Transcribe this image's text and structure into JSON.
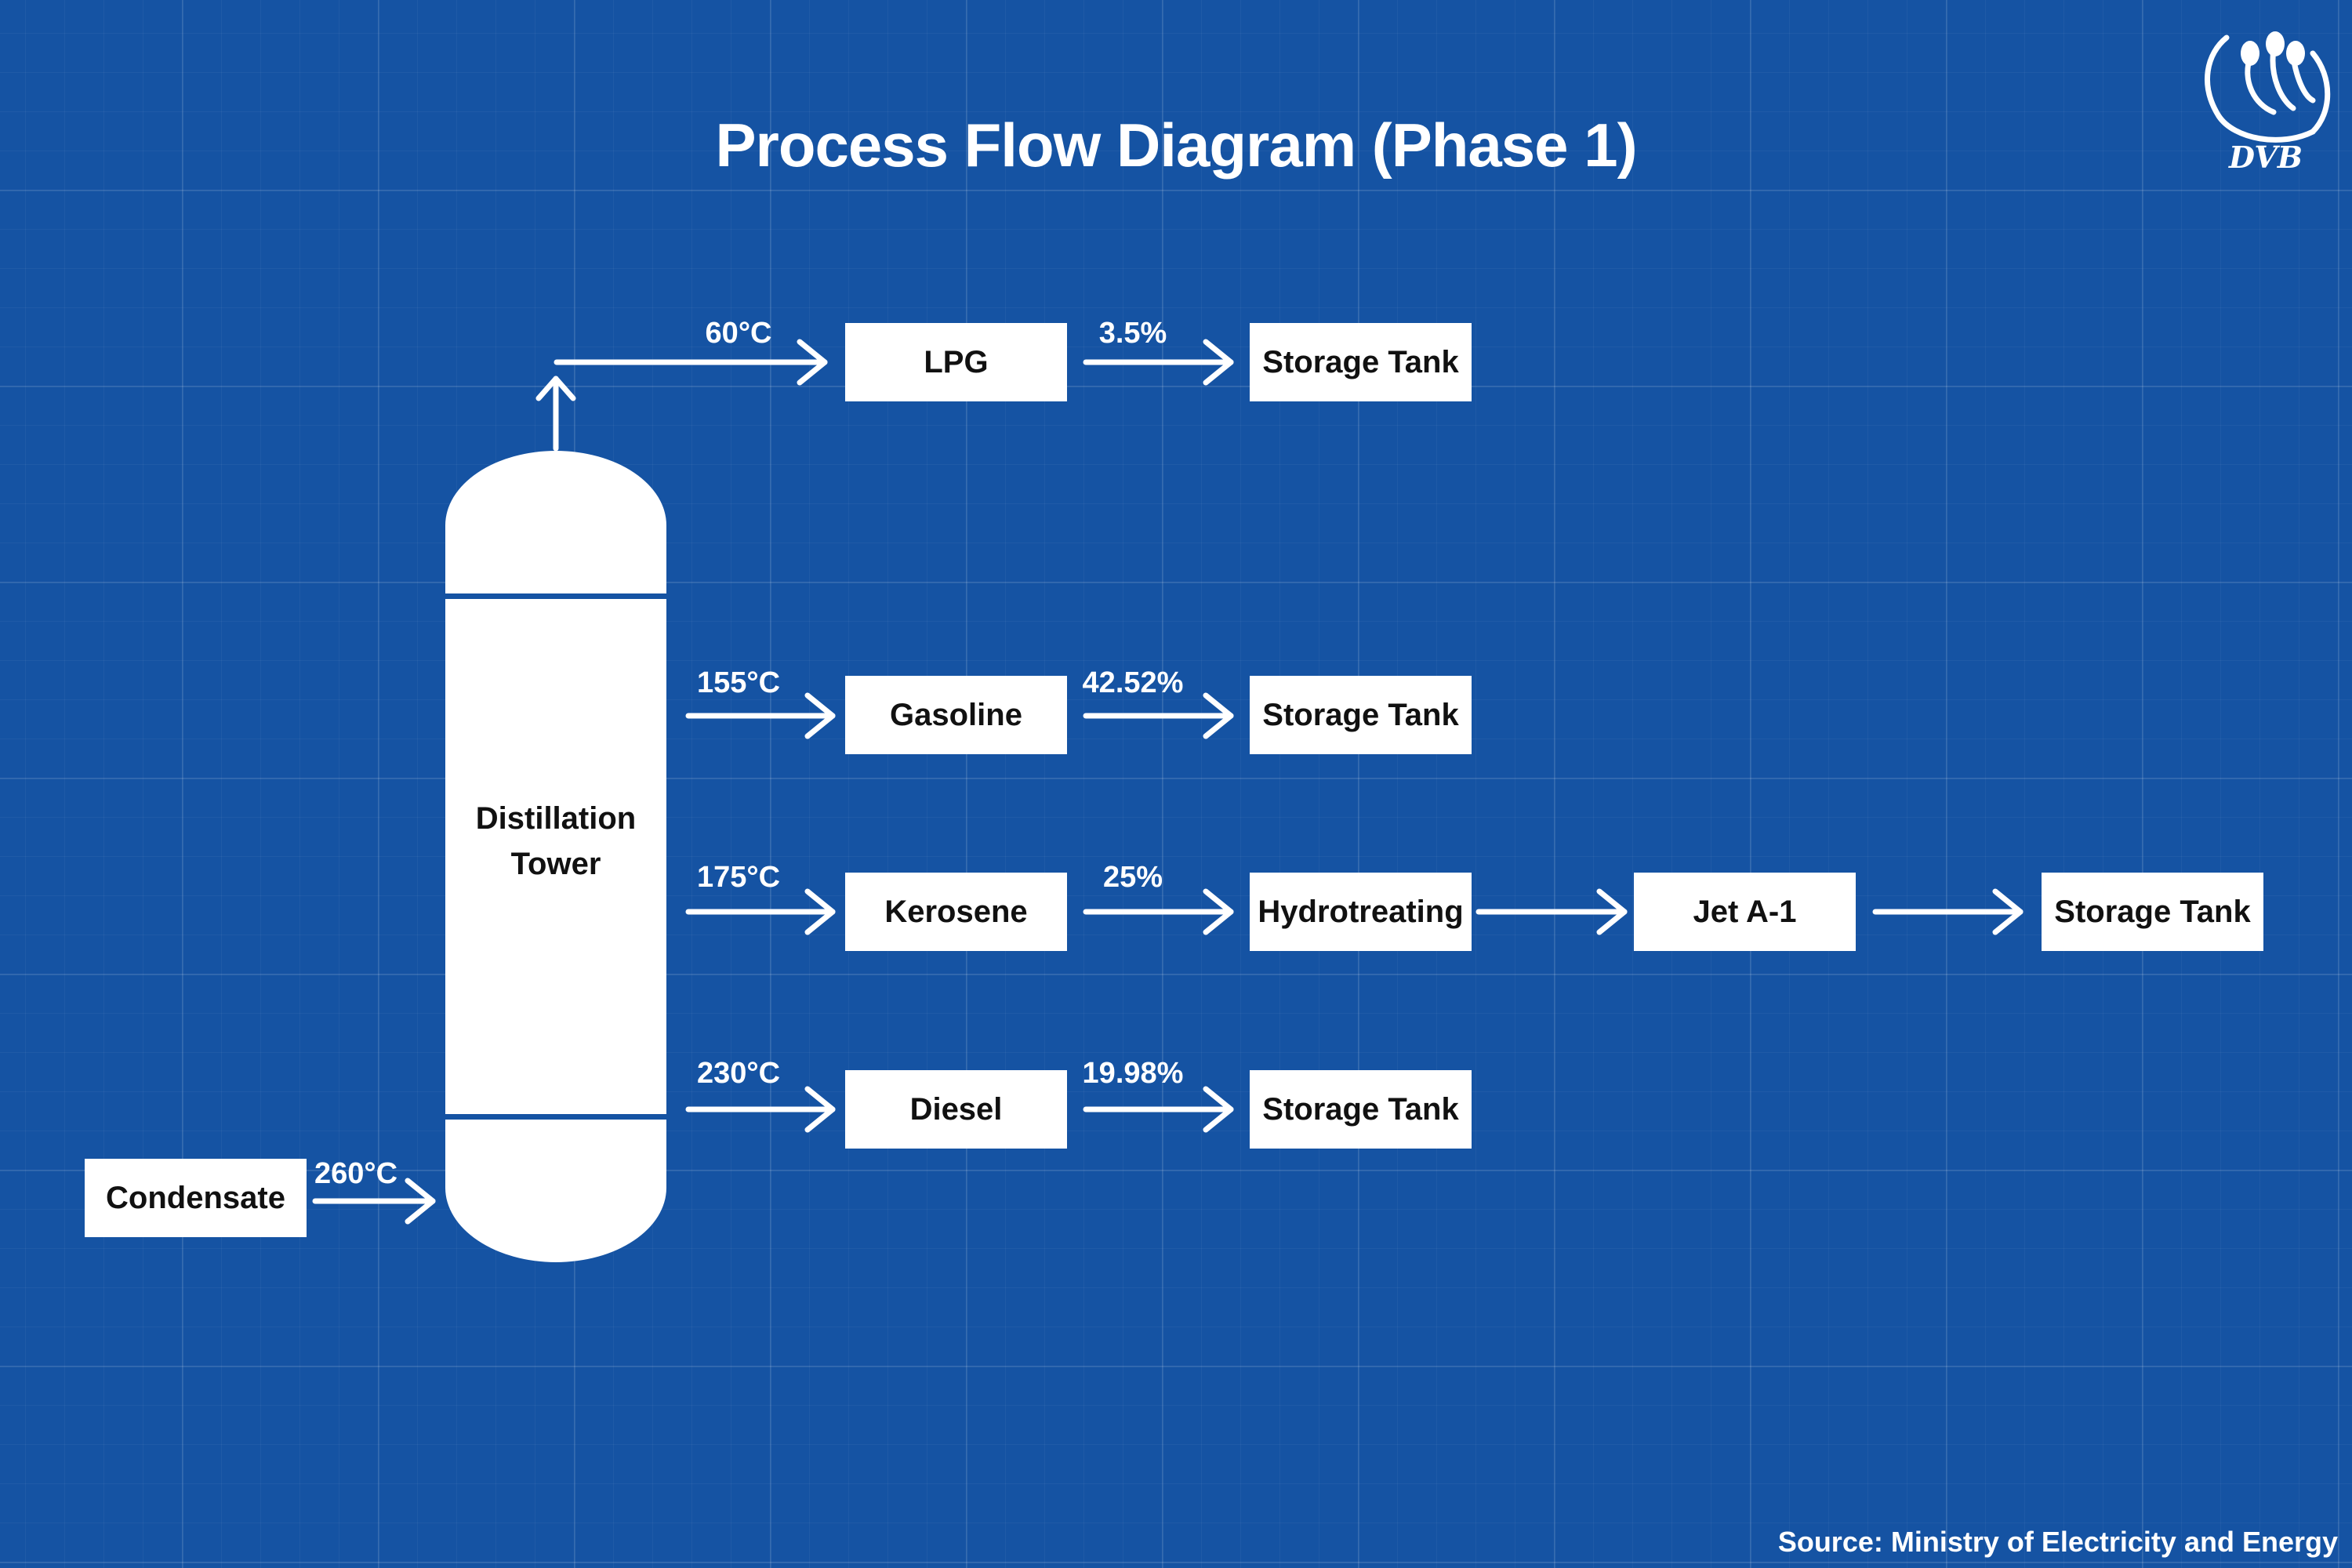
{
  "title": "Process Flow Diagram (Phase 1)",
  "source": "Source: Ministry of Electricity and Energy",
  "logo_text": "DVB",
  "feed": {
    "label": "Condensate",
    "temp": "260°C"
  },
  "tower": {
    "line1": "Distillation",
    "line2": "Tower"
  },
  "streams": [
    {
      "temp": "60°C",
      "product": "LPG",
      "share": "3.5%",
      "destination": "Storage Tank"
    },
    {
      "temp": "155°C",
      "product": "Gasoline",
      "share": "42.52%",
      "destination": "Storage Tank"
    },
    {
      "temp": "175°C",
      "product": "Kerosene",
      "share": "25%",
      "destination": "Hydrotreating"
    },
    {
      "temp": "230°C",
      "product": "Diesel",
      "share": "19.98%",
      "destination": "Storage Tank"
    }
  ],
  "kerosene_chain": {
    "product": "Jet A-1",
    "destination": "Storage Tank"
  },
  "colors": {
    "background": "#1553a3",
    "foreground": "#ffffff",
    "box_text": "#111111"
  }
}
